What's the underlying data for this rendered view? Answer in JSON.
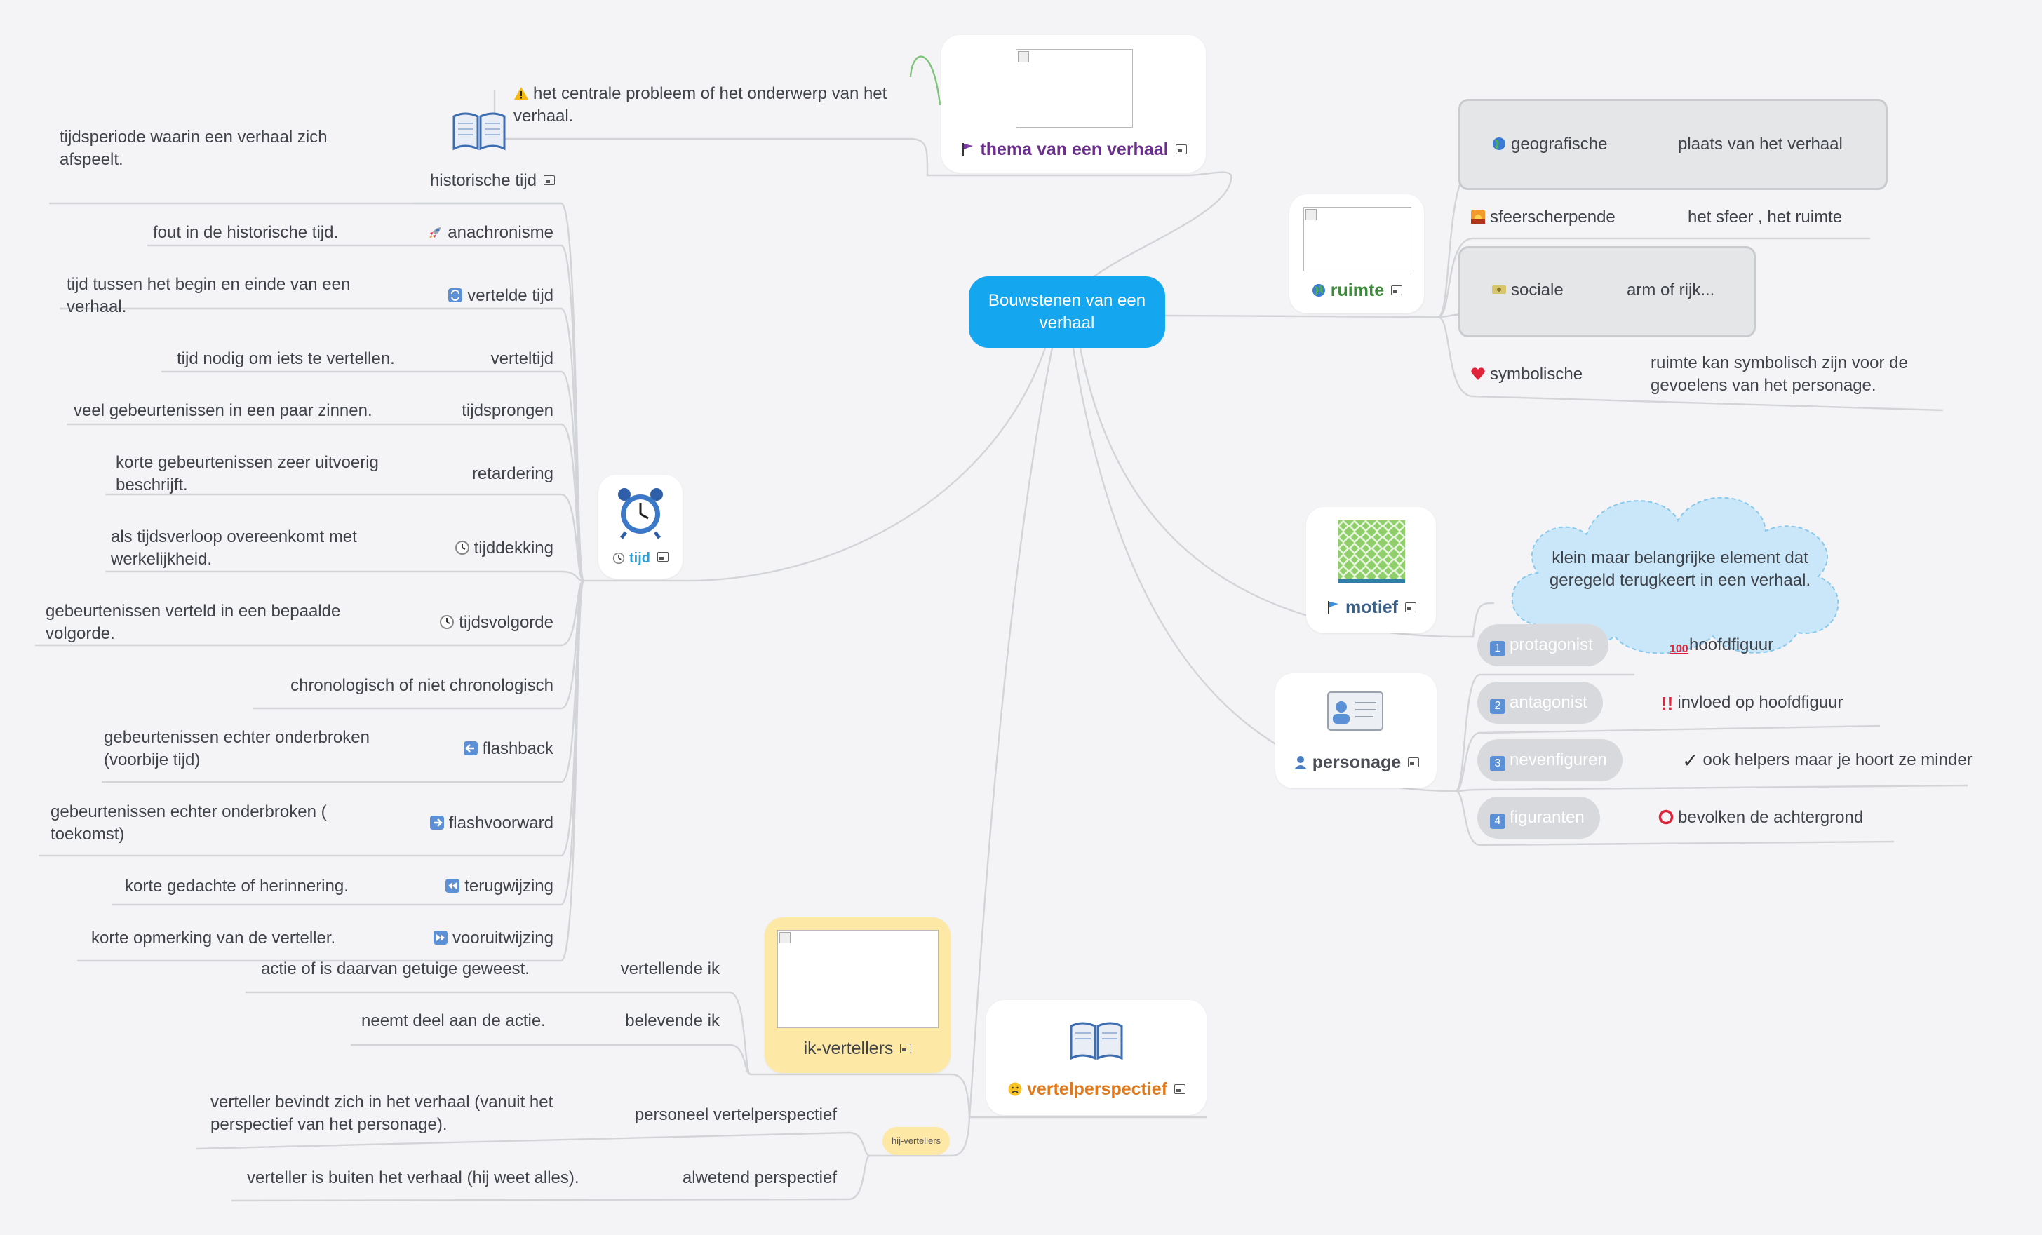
{
  "central": "Bouwstenen van een verhaal",
  "thema": {
    "label": "thema van een verhaal",
    "note": "het centrale probleem of het onderwerp van het verhaal."
  },
  "ruimte": {
    "label": "ruimte",
    "items": [
      {
        "label": "geografische",
        "detail": "plaats van het verhaal"
      },
      {
        "label": "sfeerscherpende",
        "detail": "het sfeer , het ruimte"
      },
      {
        "label": "sociale",
        "detail": "arm of rijk..."
      },
      {
        "label": "symbolische",
        "detail": "ruimte kan symbolisch zijn voor de gevoelens van het personage."
      }
    ]
  },
  "motief": {
    "label": "motief",
    "note": "klein maar belangrijke element dat geregeld terugkeert in een verhaal."
  },
  "personage": {
    "label": "personage",
    "items": [
      {
        "num": "1",
        "label": "protagonist",
        "detail": "hoofdfiguur"
      },
      {
        "num": "2",
        "label": "antagonist",
        "detail": "invloed op hoofdfiguur"
      },
      {
        "num": "3",
        "label": "nevenfiguren",
        "detail": "ook helpers maar je hoort ze minder"
      },
      {
        "num": "4",
        "label": "figuranten",
        "detail": "bevolken de achtergrond"
      }
    ]
  },
  "tijd": {
    "label": "tijd",
    "items": [
      {
        "label": "historische tijd",
        "detail": "tijdsperiode waarin een verhaal zich afspeelt."
      },
      {
        "label": "anachronisme",
        "detail": "fout in de historische tijd."
      },
      {
        "label": "vertelde tijd",
        "detail": "tijd tussen het begin en einde van een verhaal."
      },
      {
        "label": "verteltijd",
        "detail": "tijd nodig om iets te  vertellen."
      },
      {
        "label": "tijdsprongen",
        "detail": "veel gebeurtenissen in een paar zinnen."
      },
      {
        "label": "retardering",
        "detail": "korte gebeurtenissen zeer uitvoerig beschrijft."
      },
      {
        "label": "tijddekking",
        "detail": "als tijdsverloop overeenkomt met werkelijkheid."
      },
      {
        "label": "tijdsvolgorde",
        "detail": "gebeurtenissen verteld in een bepaalde volgorde."
      },
      {
        "label": "chronologisch of niet chronologisch",
        "detail": ""
      },
      {
        "label": "flashback",
        "detail": "gebeurtenissen echter onderbroken (voorbije tijd)"
      },
      {
        "label": "flashvoorward",
        "detail": "gebeurtenissen echter onderbroken  ( toekomst)"
      },
      {
        "label": "terugwijzing",
        "detail": "korte gedachte of herinnering."
      },
      {
        "label": "vooruitwijzing",
        "detail": "korte opmerking van de verteller."
      }
    ]
  },
  "vertelperspectief": {
    "label": "vertelperspectief",
    "ik": {
      "label": "ik-vertellers",
      "items": [
        {
          "label": "vertellende ik",
          "detail": "actie of is daarvan getuige geweest."
        },
        {
          "label": "belevende ik",
          "detail": "neemt deel aan de actie."
        }
      ]
    },
    "hij": {
      "label": "hij-vertellers",
      "items": [
        {
          "label": "personeel vertelperspectief",
          "detail": "verteller bevindt zich in het verhaal (vanuit het perspectief van het personage)."
        },
        {
          "label": "alwetend perspectief",
          "detail": "verteller is buiten het verhaal (hij weet alles)."
        }
      ]
    }
  },
  "colors": {
    "central": "#14a6ef",
    "thema": "#6a2f8a",
    "ruimte": "#3d8a3a",
    "motief": "#3a5f86",
    "personage": "#4a4d55",
    "tijd": "#2aa2d8",
    "vertelperspectief": "#e0781c",
    "line": "#cfd1d5"
  }
}
